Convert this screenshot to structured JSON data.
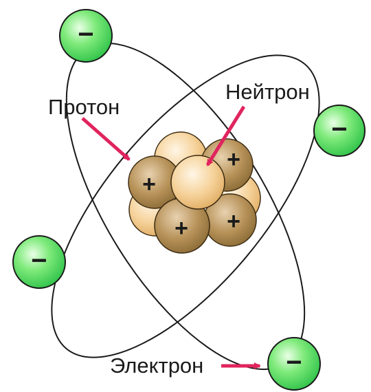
{
  "labels": {
    "proton": "Протон",
    "neutron": "Нейтрон",
    "electron": "Электрон"
  },
  "symbols": {
    "electron_charge": "−",
    "proton_charge": "+"
  },
  "counts": {
    "electrons": 4,
    "protons_visible": 4
  },
  "colors": {
    "electron": "#3fd35a",
    "proton": "#b08a52",
    "neutron": "#f2c98a",
    "arrow": "#e0245e",
    "orbit": "#1a1a1a"
  }
}
